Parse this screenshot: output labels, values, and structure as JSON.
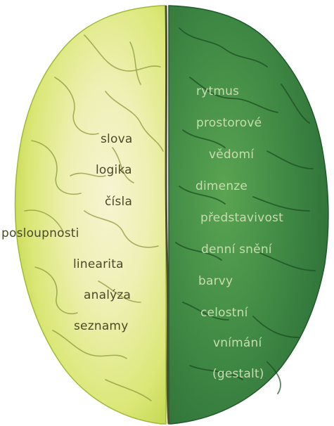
{
  "left_hemisphere": {
    "labels": [
      "slova",
      "logika",
      "čísla",
      "posloupnosti",
      "linearita",
      "analýza",
      "seznamy"
    ]
  },
  "right_hemisphere": {
    "labels": [
      "rytmus",
      "prostorové",
      "vědomí",
      "dimenze",
      "představivost",
      "denní snění",
      "barvy",
      "celostní",
      "vnímání",
      "(gestalt)"
    ]
  },
  "colors": {
    "left_light": "#f4f3c8",
    "left_mid": "#dde88a",
    "left_edge": "#b7d23c",
    "right_light": "#4d9a4e",
    "right_dark": "#2e6e38",
    "right_edge": "#1f5a2a",
    "fissure": "#4d5030",
    "left_text": "#4a4a28",
    "right_text": "#c8dcb0"
  }
}
